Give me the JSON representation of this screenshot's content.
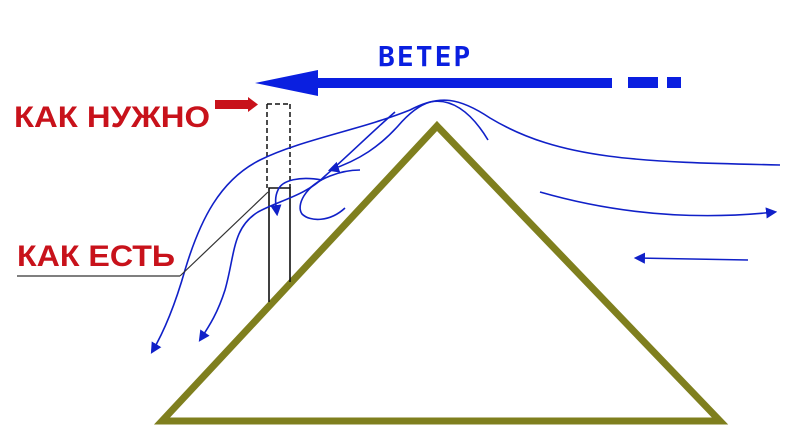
{
  "wind_label": "ВЕТЕР",
  "label_should_be": "КАК НУЖНО",
  "label_as_is": "КАК ЕСТЬ",
  "colors": {
    "wind": "#0a1fe0",
    "airflow": "#1020c8",
    "roof": "#7f7f1e",
    "should_be_text": "#c8121b",
    "as_is_text": "#c8121b",
    "leader_line": "#333333",
    "chimney": "#111111"
  },
  "icons": {
    "wind_arrow": "arrow-left-icon",
    "pointer": "pointer-right-icon"
  }
}
